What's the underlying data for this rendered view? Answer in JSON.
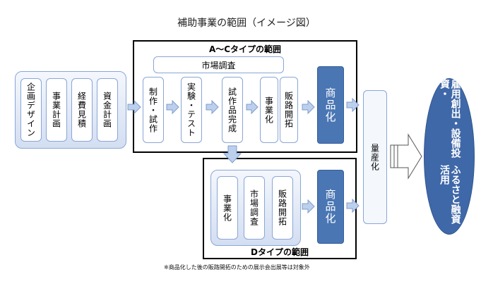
{
  "title": "補助事業の範囲（イメージ図）",
  "range_ac_label": "A～Cタイプの範囲",
  "range_d_label": "Dタイプの範囲",
  "planning": [
    "企画デザイン",
    "事業計画",
    "経費見積",
    "資金計画"
  ],
  "market_research_bar": "市場調査",
  "ac_steps": [
    "制作・試作",
    "実験・テスト",
    "試作品完成",
    "事業化",
    "販路開拓"
  ],
  "product": "商品化",
  "d_steps": [
    "事業化",
    "市場調査",
    "販路開拓"
  ],
  "mass_production": "量産化",
  "outcome": [
    "雇用創出・設備投資・",
    "ふるさと融資活用"
  ],
  "note": "※商品化した後の販路開拓のための展示会出展等は対象外",
  "colors": {
    "product": "#4a76b4",
    "outcome": "#3f68a8",
    "arrow": "#bcd0ee",
    "border": "#8aa6d6"
  }
}
